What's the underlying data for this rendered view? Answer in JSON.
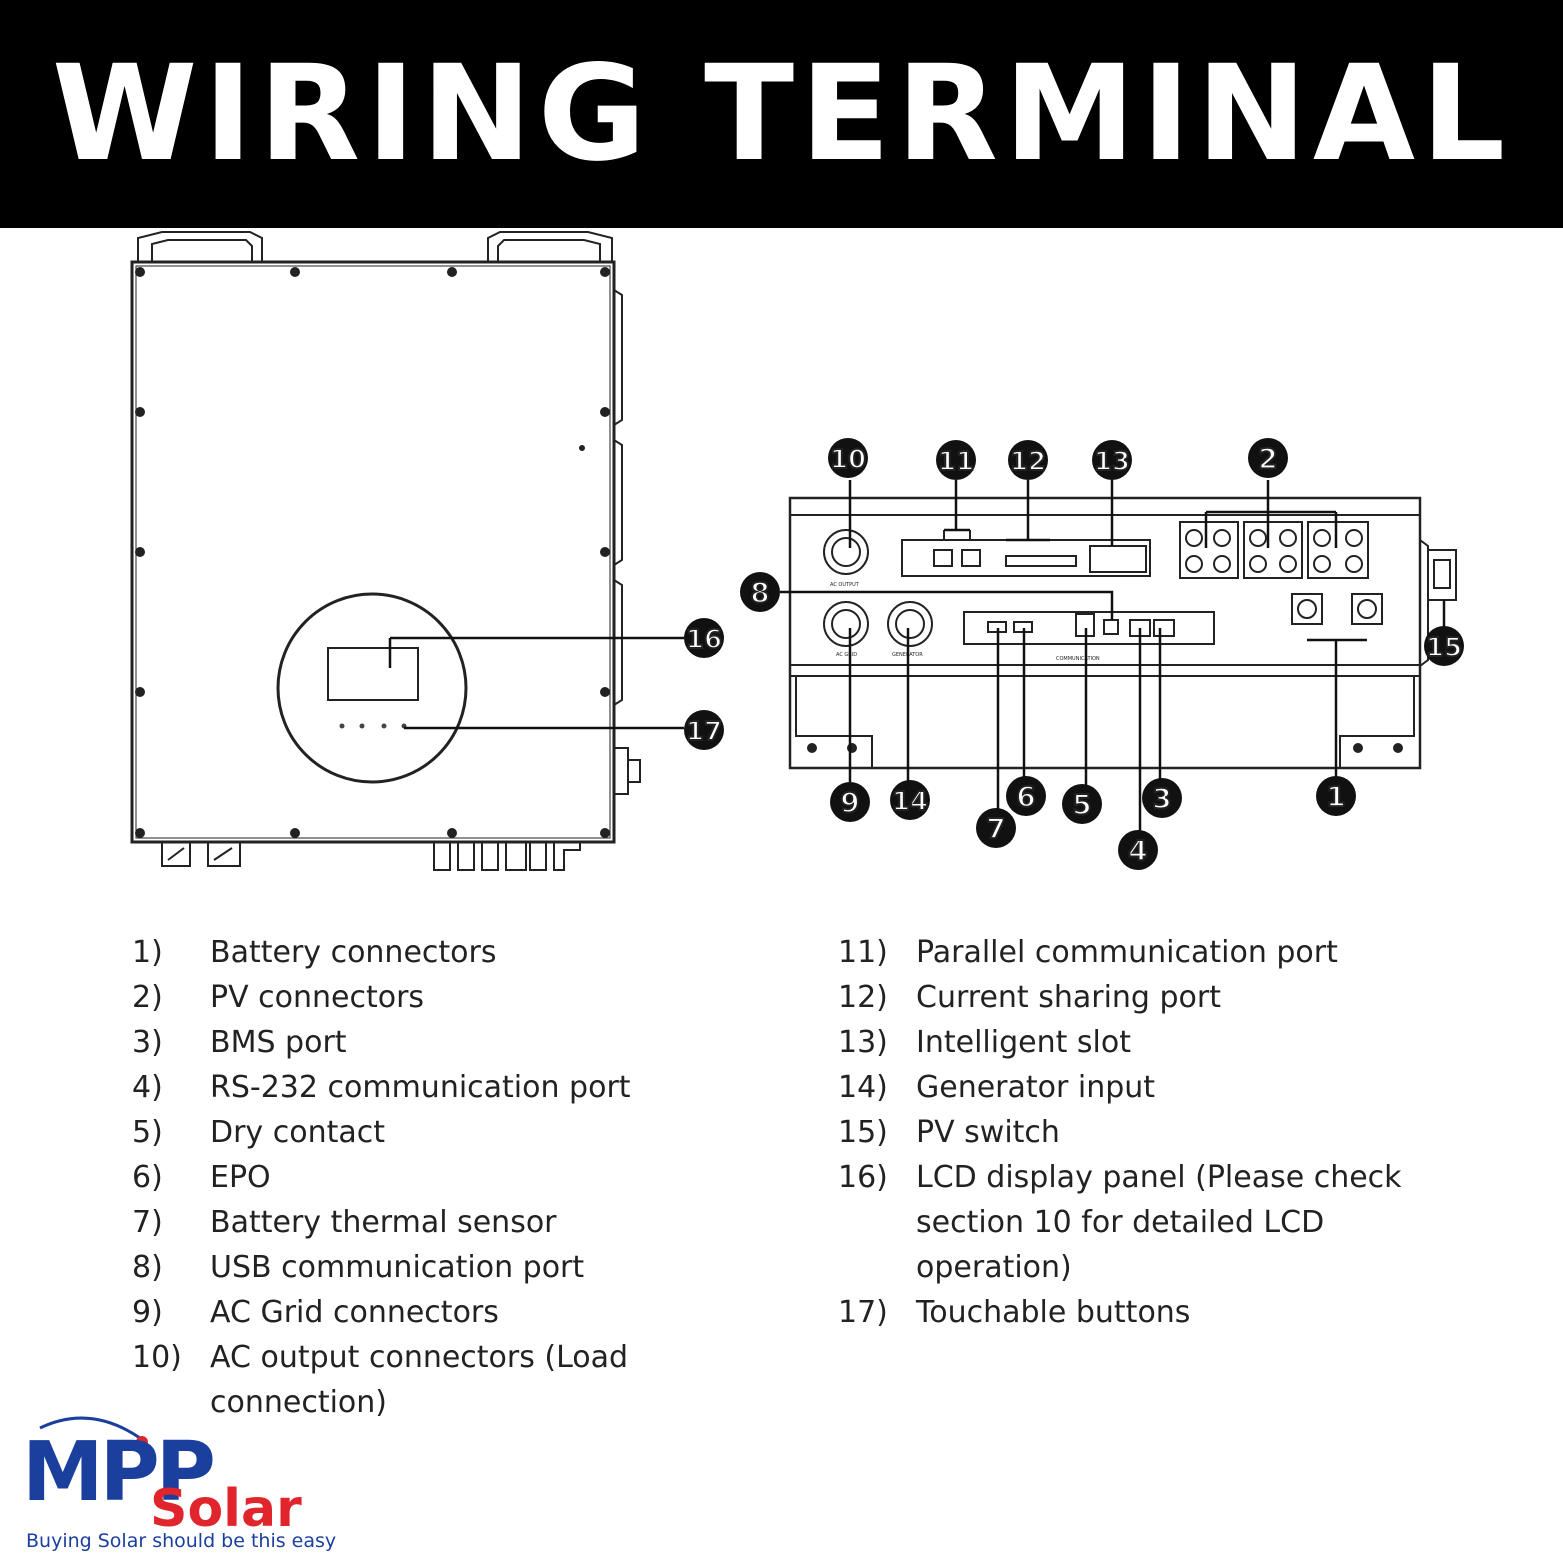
{
  "title": "WIRING TERMINAL",
  "callouts": [
    "1",
    "2",
    "3",
    "4",
    "5",
    "6",
    "7",
    "8",
    "9",
    "10",
    "11",
    "12",
    "13",
    "14",
    "15",
    "16",
    "17"
  ],
  "legend_left": [
    {
      "num": "1)",
      "lines": [
        "Battery connectors"
      ]
    },
    {
      "num": "2)",
      "lines": [
        "PV connectors"
      ]
    },
    {
      "num": "3)",
      "lines": [
        "BMS port"
      ]
    },
    {
      "num": "4)",
      "lines": [
        "RS-232 communication port"
      ]
    },
    {
      "num": "5)",
      "lines": [
        "Dry contact"
      ]
    },
    {
      "num": "6)",
      "lines": [
        "EPO"
      ]
    },
    {
      "num": "7)",
      "lines": [
        "Battery thermal sensor"
      ]
    },
    {
      "num": "8)",
      "lines": [
        "USB communication port"
      ]
    },
    {
      "num": "9)",
      "lines": [
        "AC Grid connectors"
      ]
    },
    {
      "num": "10)",
      "lines": [
        "AC output connectors (Load",
        "connection)"
      ]
    }
  ],
  "legend_right": [
    {
      "num": "11)",
      "lines": [
        "Parallel communication port"
      ]
    },
    {
      "num": "12)",
      "lines": [
        "Current sharing port"
      ]
    },
    {
      "num": "13)",
      "lines": [
        "Intelligent slot"
      ]
    },
    {
      "num": "14)",
      "lines": [
        "Generator input"
      ]
    },
    {
      "num": "15)",
      "lines": [
        "PV switch"
      ]
    },
    {
      "num": "16)",
      "lines": [
        "LCD display panel (Please check",
        "section 10 for detailed LCD",
        "operation)"
      ]
    },
    {
      "num": "17)",
      "lines": [
        "Touchable buttons"
      ]
    }
  ],
  "logo": {
    "mark_top": "MPP",
    "mark_bottom": "Solar",
    "tagline": "Buying Solar should be this easy",
    "colors": {
      "blue": "#1a3f9c",
      "red": "#e0262c"
    }
  }
}
